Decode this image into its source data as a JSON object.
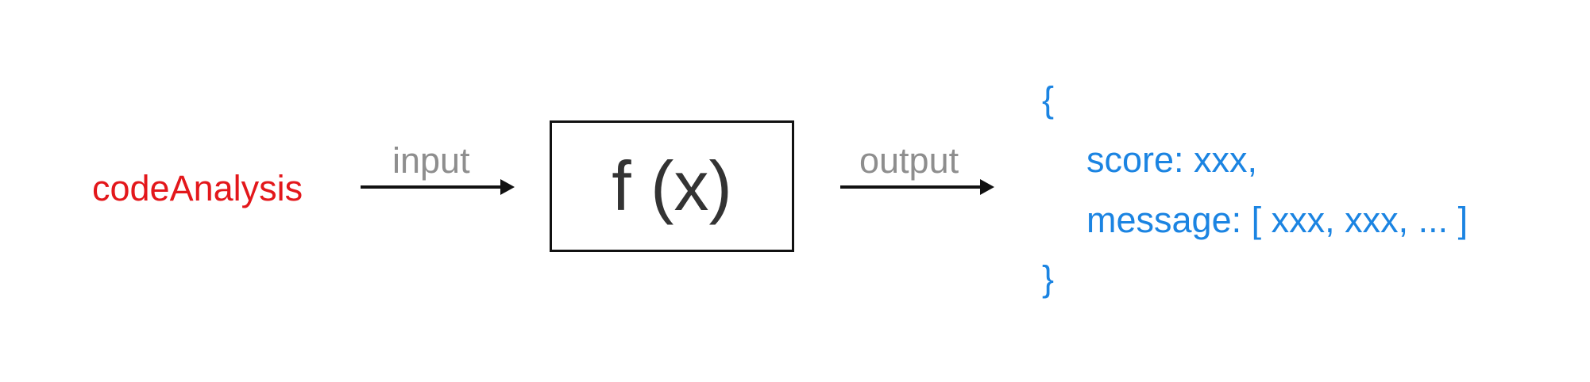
{
  "colors": {
    "input_text": "#e3171b",
    "edge_label": "#8e8e8e",
    "arrow": "#111111",
    "box_border": "#111111",
    "function_text": "#333333",
    "output_text": "#1b84e2"
  },
  "input": {
    "label": "codeAnalysis"
  },
  "edges": {
    "input_label": "input",
    "output_label": "output"
  },
  "function_box": {
    "label": "f (x)"
  },
  "output": {
    "open_brace": "{",
    "score_line": "score: xxx,",
    "message_line": "message: [ xxx, xxx, ... ]",
    "close_brace": "}"
  }
}
